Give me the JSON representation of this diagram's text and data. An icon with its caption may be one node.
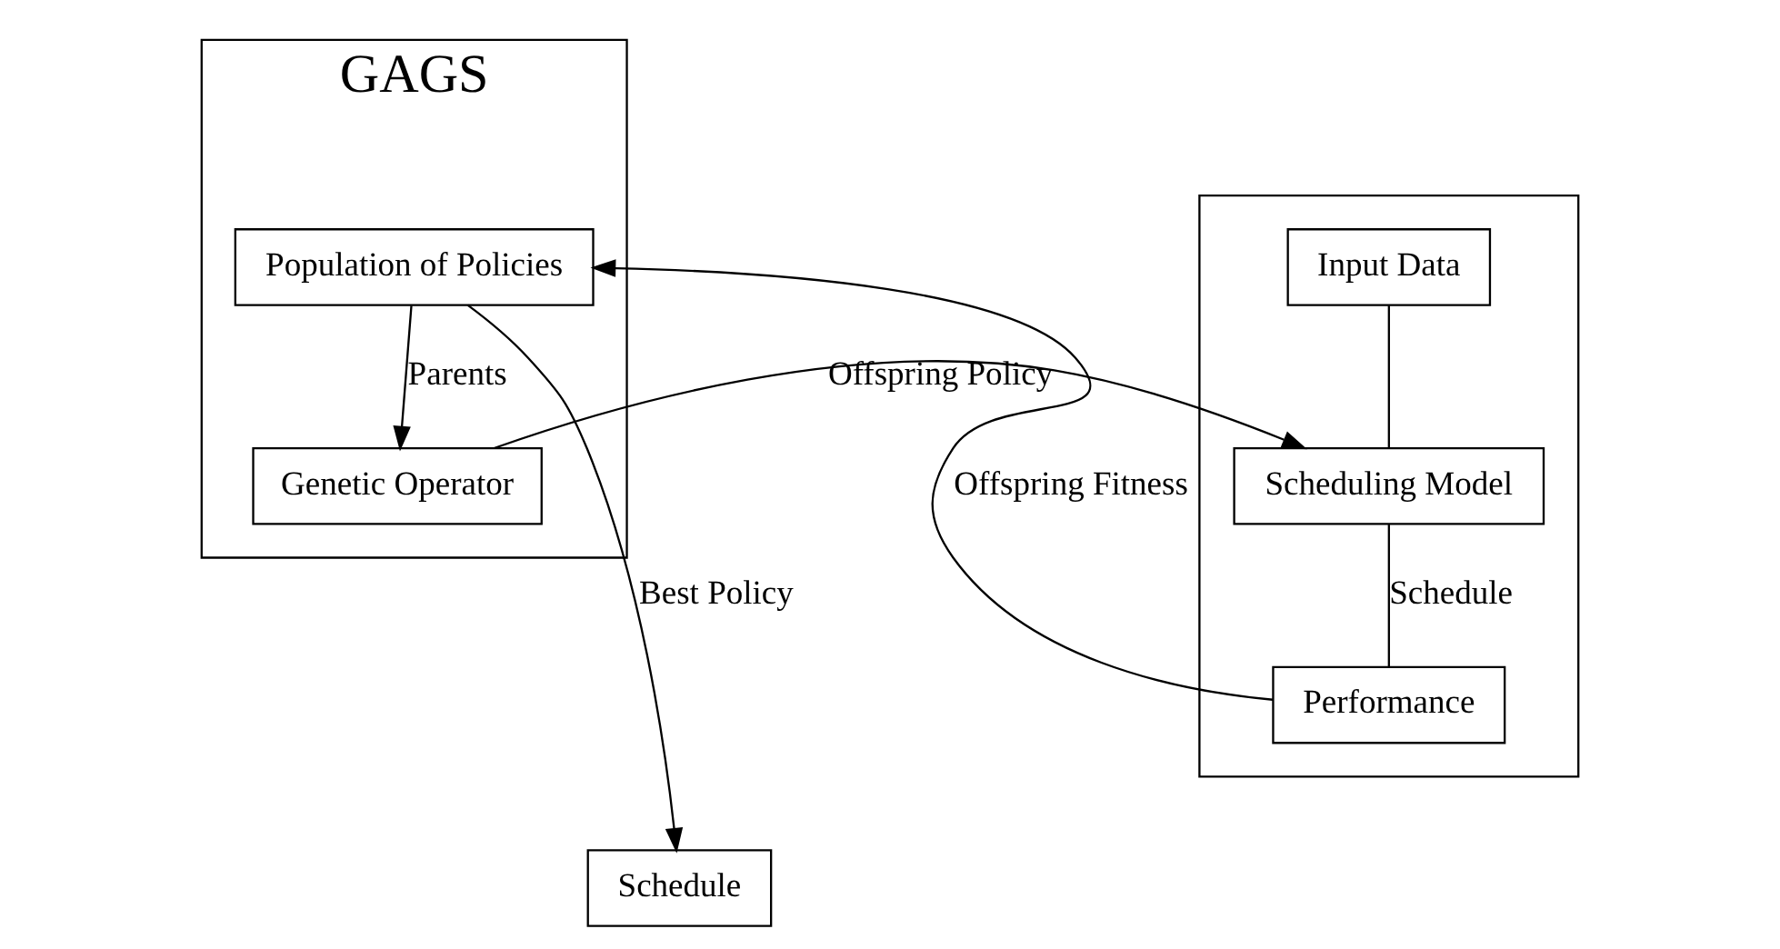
{
  "diagram": {
    "nodes": [
      {
        "text": [
          "GAGS"
        ]
      },
      {
        "text": [
          "Genetic Operator"
        ],
        "in": 0
      },
      {
        "text": [
          "Population of Policies"
        ],
        "in": 0
      },
      {
        "text": [],
        "shape": "box"
      },
      {
        "text": [
          "Input Data"
        ],
        "in": 3
      },
      {
        "text": [
          "Scheduling Model"
        ],
        "in": 3
      },
      {
        "text": [
          "Performance"
        ],
        "in": 3
      },
      {
        "text": [
          "Schedule"
        ]
      }
    ],
    "edges": [
      {
        "from": 2,
        "to": 1,
        "arrow": "to",
        "label": "Parents"
      },
      {
        "from": 1,
        "to": 5,
        "arrow": "to",
        "label": "Offspring Policy"
      },
      {
        "from": 6,
        "to": 2,
        "arrow": "to",
        "label": "Offspring Fitness"
      },
      {
        "from": 4,
        "to": 5,
        "arrow": "none"
      },
      {
        "from": 5,
        "to": 6,
        "arrow": "none",
        "label": "Schedule"
      },
      {
        "from": 2,
        "to": 7,
        "arrow": "to",
        "label": "Best Policy"
      }
    ]
  }
}
